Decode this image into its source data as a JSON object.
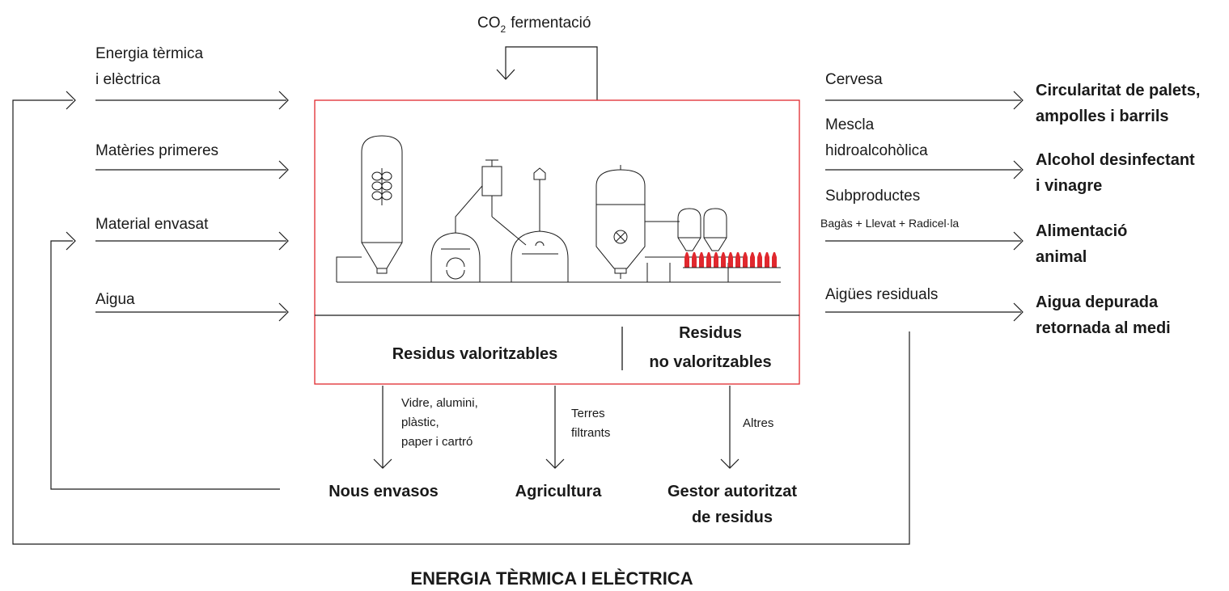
{
  "co2": {
    "prefix": "CO",
    "subscript": "2",
    "suffix": "fermentació"
  },
  "inputs": {
    "energia_line1": "Energia tèrmica",
    "energia_line2": "i elèctrica",
    "materies": "Matèries primeres",
    "envasat": "Material envasat",
    "aigua": "Aigua"
  },
  "outputs": {
    "cervesa": "Cervesa",
    "mescla_line1": "Mescla",
    "mescla_line2": "hidroalcohòlica",
    "subproductes": "Subproductes",
    "subproductes_detail": "Bagàs + Llevat + Radicel·la",
    "aigues": "Aigües residuals"
  },
  "destinations": {
    "circularitat_line1": "Circularitat de palets,",
    "circularitat_line2": "ampolles i barrils",
    "alcohol_line1": "Alcohol desinfectant",
    "alcohol_line2": "i vinagre",
    "alimentacio_line1": "Alimentació",
    "alimentacio_line2": "animal",
    "aigua_line1": "Aigua depurada",
    "aigua_line2": "retornada al medi"
  },
  "waste": {
    "valoritzables": "Residus valoritzables",
    "no_val_line1": "Residus",
    "no_val_line2": "no valoritzables"
  },
  "bottom_flows": {
    "vidre_line1": "Vidre, alumini,",
    "vidre_line2": "plàstic,",
    "vidre_line3": "paper i cartró",
    "terres_line1": "Terres",
    "terres_line2": "filtrants",
    "altres": "Altres"
  },
  "bottom_destinations": {
    "nous_envasos": "Nous envasos",
    "agricultura": "Agricultura",
    "gestor_line1": "Gestor autoritzat",
    "gestor_line2": "de residus"
  },
  "footer": "ENERGIA TÈRMICA I ELÈCTRICA",
  "colors": {
    "accent": "#e0282e",
    "ink": "#1a1a1a"
  }
}
